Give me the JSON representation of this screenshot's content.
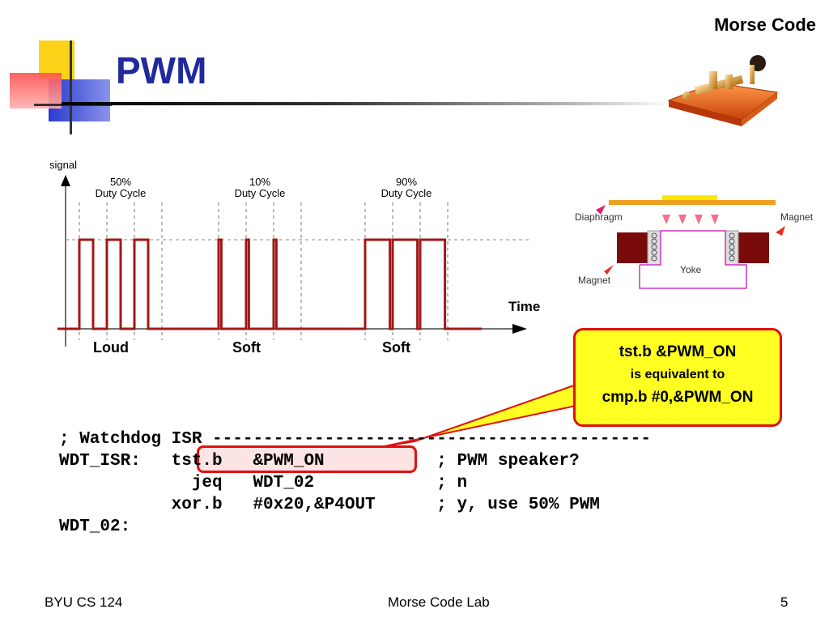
{
  "header": {
    "corner_title": "Morse Code",
    "slide_title": "PWM"
  },
  "pwm_diagram": {
    "axis_y_label": "signal",
    "axis_x_label": "Time",
    "groups": [
      {
        "duty_percent": "50%",
        "duty_label": "Duty Cycle",
        "volume": "Loud",
        "duty": 0.5
      },
      {
        "duty_percent": "10%",
        "duty_label": "Duty Cycle",
        "volume": "Soft",
        "duty": 0.1
      },
      {
        "duty_percent": "90%",
        "duty_label": "Duty Cycle",
        "volume": "Soft",
        "duty": 0.9
      }
    ]
  },
  "speaker_diagram": {
    "diaphragm_label": "Diaphragm",
    "magnet_right_label": "Magnet",
    "magnet_left_label": "Magnet",
    "yoke_label": "Yoke"
  },
  "callout": {
    "line1": "tst.b &PWM_ON",
    "line2": "is equivalent to",
    "line3": "cmp.b  #0,&PWM_ON"
  },
  "code": {
    "lines": [
      "; Watchdog ISR -------------------------------------------",
      "WDT_ISR:   tst.b   &PWM_ON           ; PWM speaker?",
      "             jeq   WDT_02            ; n",
      "           xor.b   #0x20,&P4OUT      ; y, use 50% PWM",
      "",
      "WDT_02:"
    ]
  },
  "footer": {
    "left": "BYU CS 124",
    "center": "Morse Code Lab",
    "page": "5"
  },
  "colors": {
    "title_blue": "#1f2a9c",
    "signal_red": "#a01818",
    "callout_border": "#e01010",
    "callout_fill": "#ffff22",
    "magnet": "#7a0b0b",
    "diaphragm": "#f0a020",
    "yoke": "#cc33cc"
  }
}
